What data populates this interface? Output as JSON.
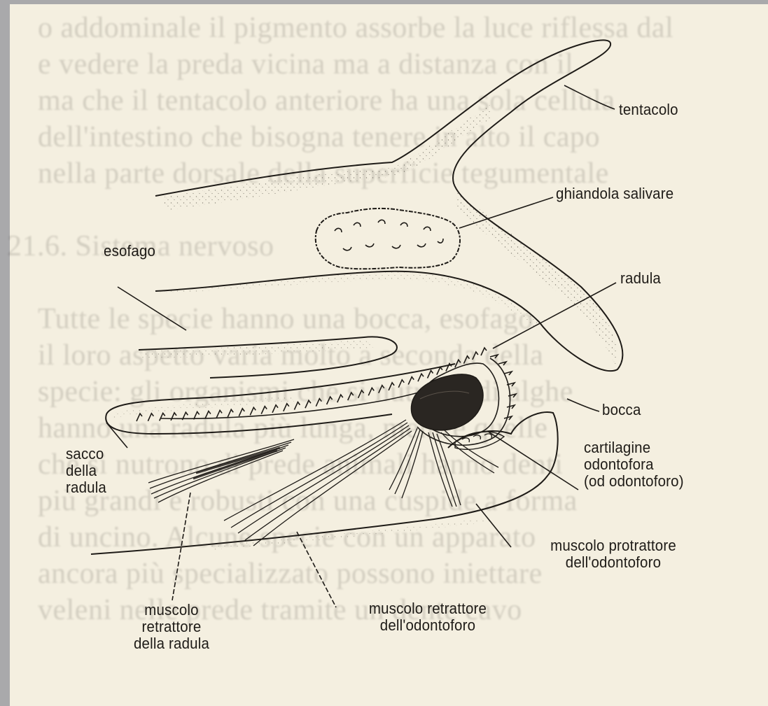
{
  "background_text": [
    "o addominale il pigmento assorbe la luce riflessa dal",
    "e vedere la preda vicina ma a distanza con il",
    "ma che il tentacolo anteriore ha una sola cellula",
    "dell'intestino che bisogna tenere in alto il capo",
    "nella parte dorsale della superficie tegumentale",
    "",
    "21.6. Sistema nervoso",
    "",
    "Tutte le specie hanno una bocca, esofago",
    "il loro aspetto varia molto a seconda della",
    "specie: gli organismi che si nutrono di alghe",
    "hanno una radula più lunga, mentre quelle",
    "che si nutrono di prede animali hanno denti",
    "più grandi e robusti con una cuspide a forma",
    "di uncino. Alcune specie con un apparato",
    "ancora più specializzato possono iniettare",
    "veleni nelle prede tramite un dente cavo"
  ],
  "labels": {
    "tentacolo": "tentacolo",
    "ghiandola": "ghiandola salivare",
    "esofago": "esofago",
    "radula": "radula",
    "bocca": "bocca",
    "cartilagine": [
      "cartilagine",
      "odontofora",
      "(od odontoforo)"
    ],
    "sacco": [
      "sacco",
      "della",
      "radula"
    ],
    "protrattore": [
      "muscolo protrattore",
      "dell'odontoforo"
    ],
    "retrattore_odontoforo": [
      "muscolo retrattore",
      "dell'odontoforo"
    ],
    "retrattore_radula": [
      "muscolo",
      "retrattore",
      "della radula"
    ]
  },
  "colors": {
    "ink": "#1e1b17",
    "paper": "#f4efe0",
    "frame": "#a9a9ab",
    "odontophore": "#2a2622"
  }
}
